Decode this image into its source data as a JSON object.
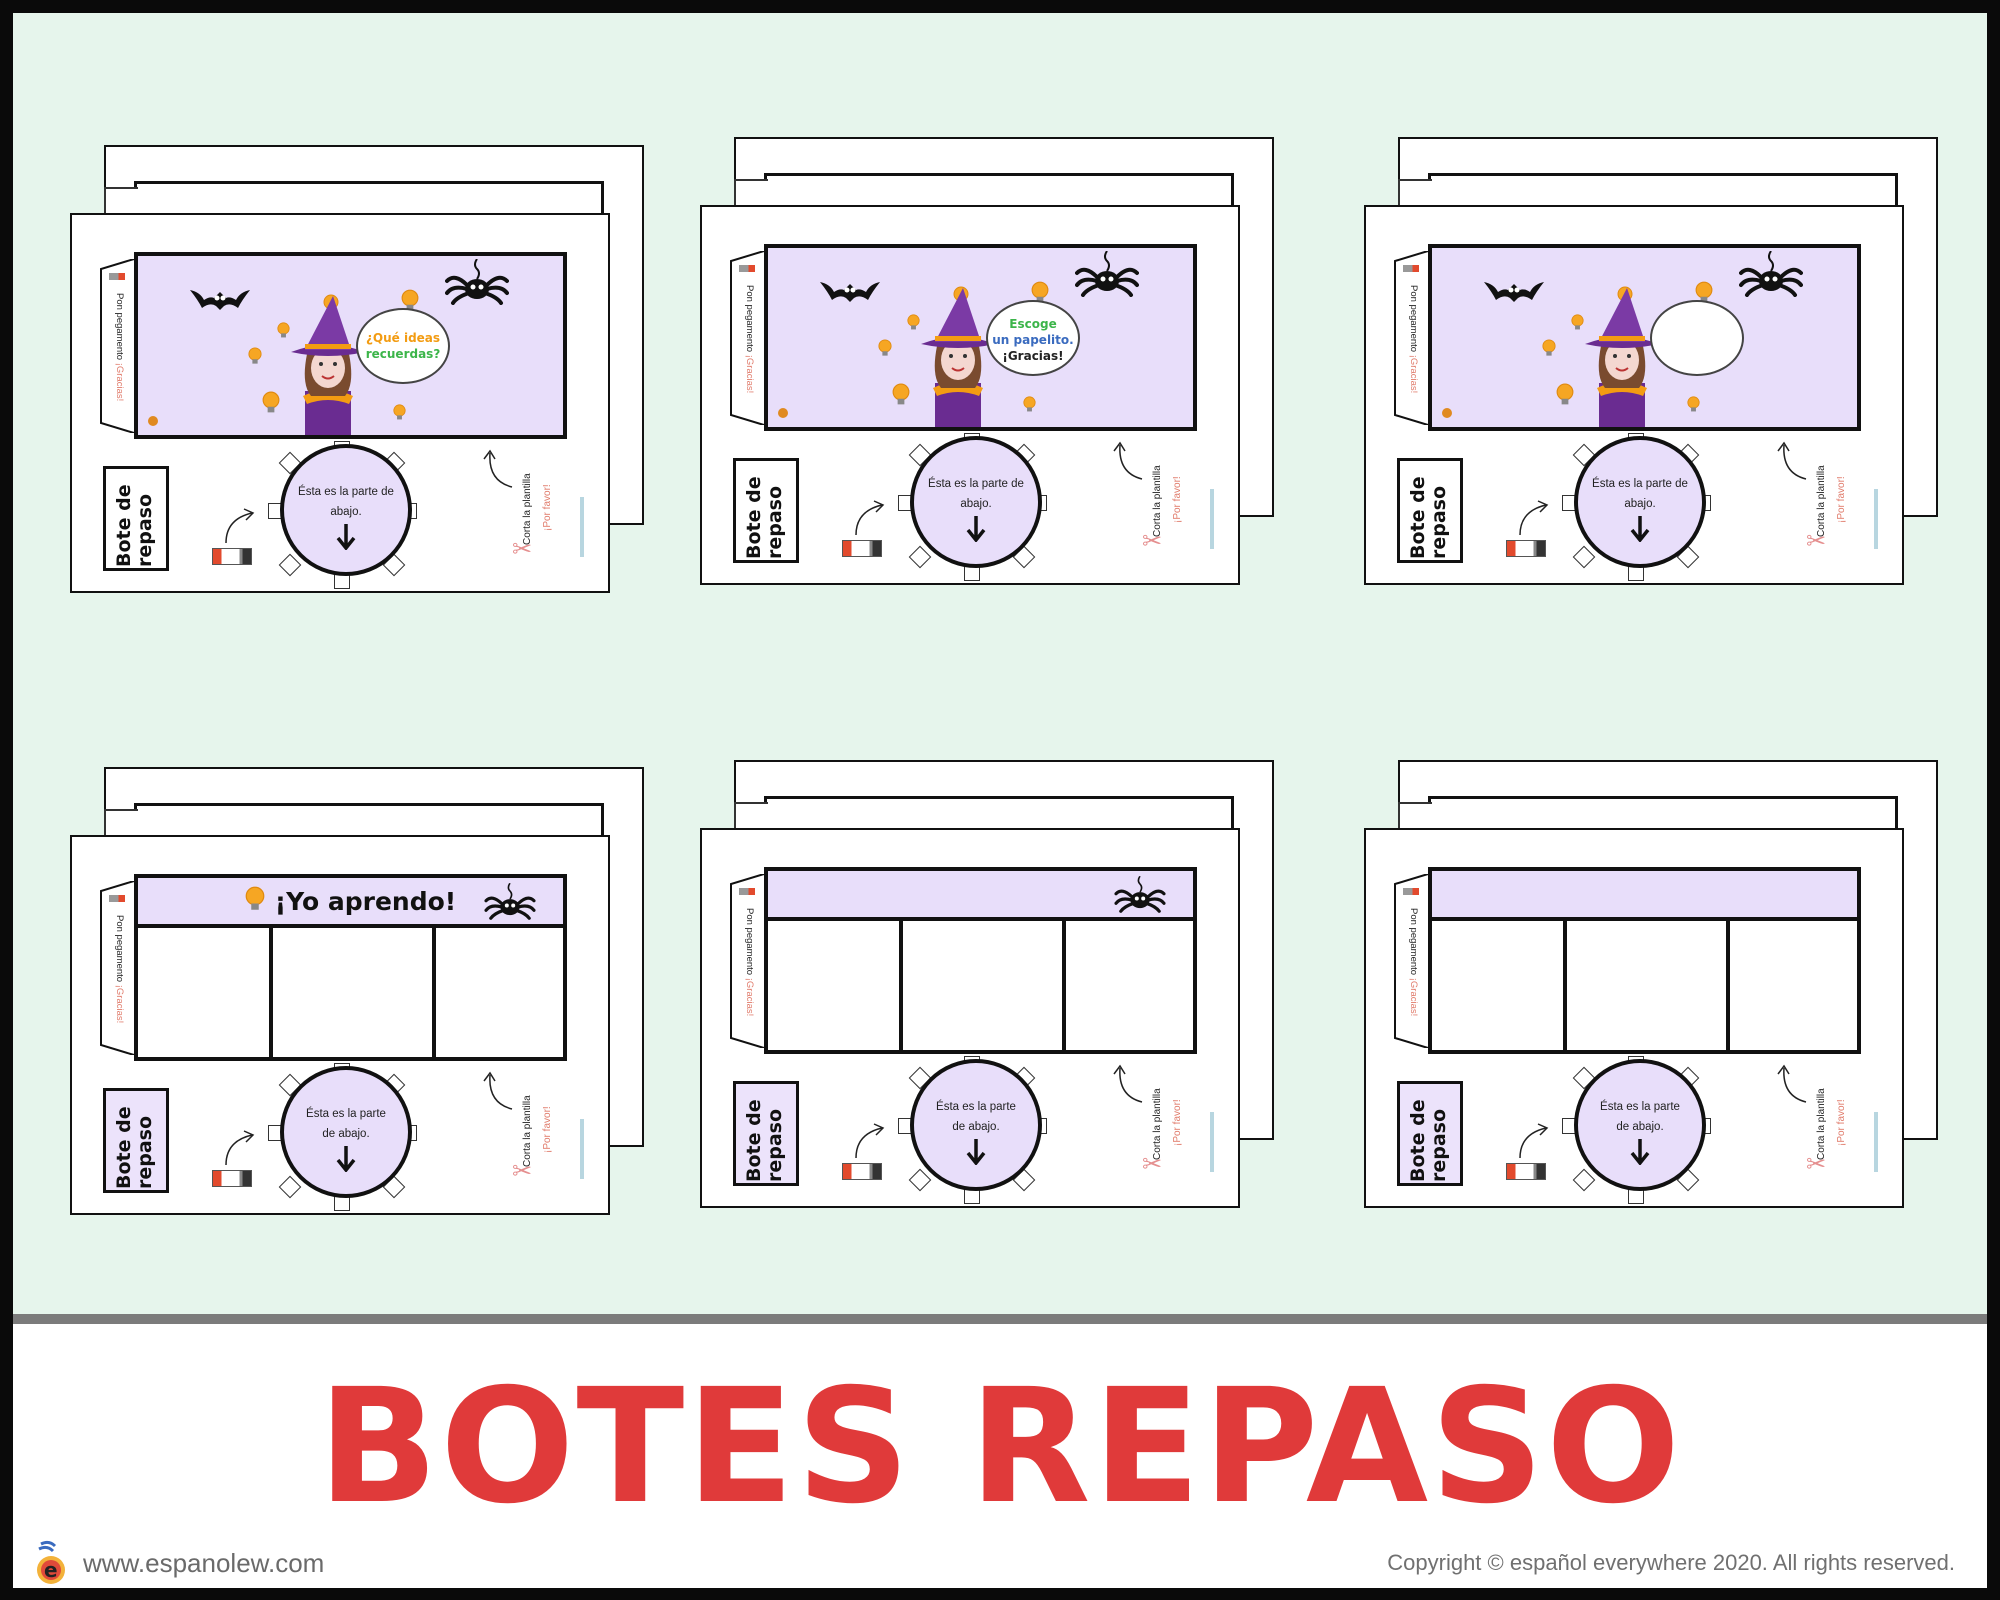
{
  "title": "BOTES REPASO",
  "footer": {
    "website": "www.espanolew.com",
    "copyright": "Copyright © español everywhere 2020. All rights reserved.",
    "logo_letter": "e"
  },
  "colors": {
    "background": "#e6f5ec",
    "title": "#e03a3a",
    "banner": "#e8defa"
  },
  "common": {
    "flap_text": "Pon pegamento",
    "flap_thanks": "¡Gracias!",
    "label": [
      "Bote de",
      "repaso"
    ],
    "cut_text": "Corta la plantilla",
    "cut_please": "¡Por favor!"
  },
  "cards": [
    {
      "type": "scene",
      "bubble": [
        "¿Qué ideas",
        "recuerdas?"
      ],
      "bottom_text": [
        "Ésta es la parte de",
        "abajo."
      ]
    },
    {
      "type": "scene",
      "bubble": [
        "Escoge",
        "un papelito.",
        "¡Gracias!"
      ],
      "bottom_text": [
        "Ésta es la parte de",
        "abajo."
      ]
    },
    {
      "type": "scene",
      "bubble": [],
      "bottom_text": [
        "Ésta es la parte de",
        "abajo."
      ]
    },
    {
      "type": "grid",
      "header": "¡Yo aprendo!",
      "bulb": true,
      "spider": true,
      "bottom_text": [
        "Ésta es la parte",
        "de abajo."
      ]
    },
    {
      "type": "grid",
      "header": "",
      "bulb": false,
      "spider": true,
      "bottom_text": [
        "Ésta es la parte",
        "de abajo."
      ]
    },
    {
      "type": "grid",
      "header": "",
      "bulb": false,
      "spider": false,
      "bottom_text": [
        "Ésta es la parte",
        "de abajo."
      ]
    }
  ]
}
